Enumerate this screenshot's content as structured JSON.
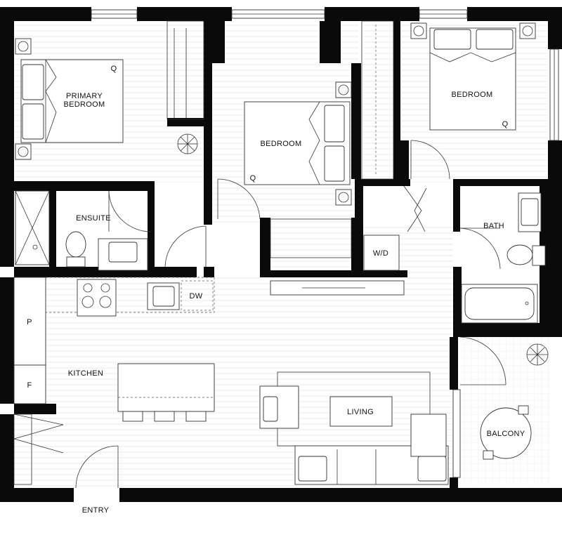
{
  "rooms": {
    "primary_bedroom_line1": "PRIMARY",
    "primary_bedroom_line2": "BEDROOM",
    "bedroom_middle": "BEDROOM",
    "bedroom_right": "BEDROOM",
    "ensuite": "ENSUITE",
    "bath": "BATH",
    "kitchen": "KITCHEN",
    "living": "LIVING",
    "balcony": "BALCONY",
    "entry": "ENTRY"
  },
  "fixtures": {
    "washer_dryer": "W/D",
    "dishwasher": "DW",
    "pantry": "P",
    "fridge": "F",
    "queen_bed_marker": "Q"
  },
  "colors": {
    "wall": "#0a0a0a",
    "floor_lines": "#dcdcdc",
    "fixture_stroke": "#333333"
  }
}
